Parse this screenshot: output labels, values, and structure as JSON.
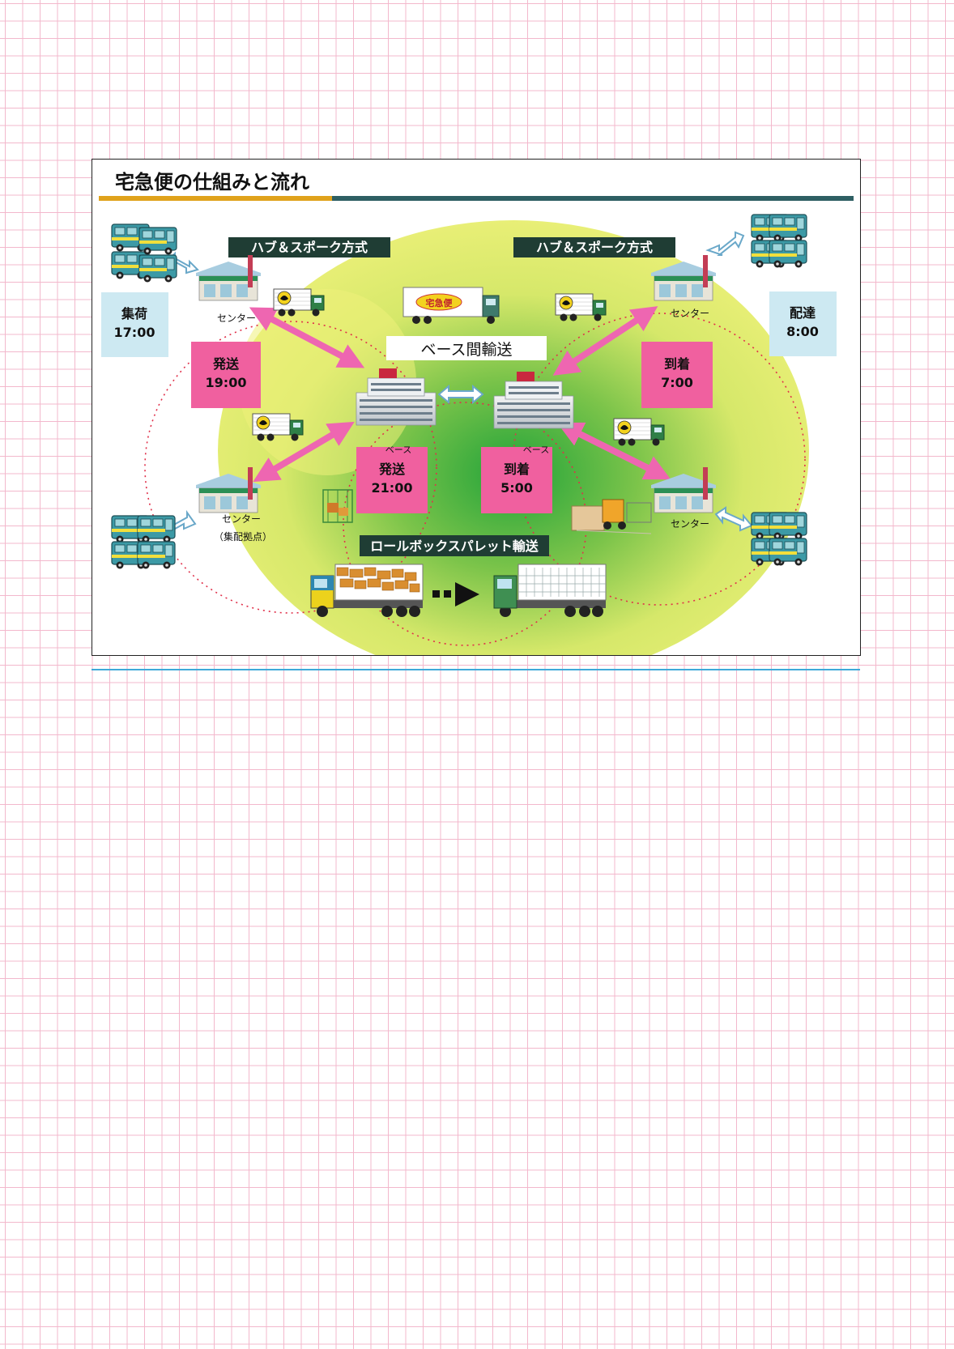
{
  "title": "宅急便の仕組みと流れ",
  "labels": {
    "hub_spoke_left": "ハブ＆スポーク方式",
    "hub_spoke_right": "ハブ＆スポーク方式",
    "base_transport": "ベース間輸送",
    "roll_box": "ロールボックスパレット輸送",
    "center_tl": "センター",
    "center_bl": "センター",
    "center_bl_sub": "（集配拠点）",
    "center_tr": "センター",
    "center_br": "センター",
    "base_left": "ベース",
    "base_right": "ベース",
    "truck_logo": "宅急便"
  },
  "boxes": {
    "collect": {
      "label": "集荷",
      "time": "17:00"
    },
    "deliver": {
      "label": "配達",
      "time": "8:00"
    },
    "send1": {
      "label": "発送",
      "time": "19:00"
    },
    "send2": {
      "label": "発送",
      "time": "21:00"
    },
    "arrive1": {
      "label": "到着",
      "time": "5:00"
    },
    "arrive2": {
      "label": "到着",
      "time": "7:00"
    }
  },
  "colors": {
    "pink_box": "#f0609f",
    "blue_box": "#cde9f2",
    "blob_outer": "#e8ee72",
    "blob_inner": "#2fa83a",
    "arrow": "#ee66b1",
    "title_bar_orange": "#e0a21b",
    "title_bar_teal": "#2e5f63",
    "label_bg": "#1f3d34",
    "circle_dots": "#e0304a"
  }
}
